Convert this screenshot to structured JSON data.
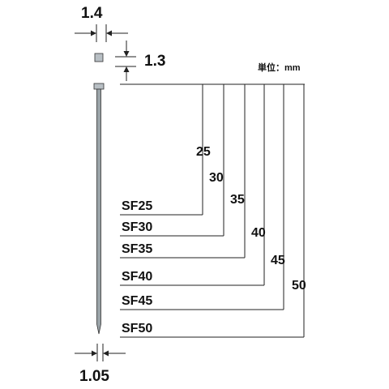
{
  "dimensions": {
    "head_width": "1.4",
    "head_height": "1.3",
    "shank_width": "1.05"
  },
  "unit_label": "単位：mm",
  "nails": [
    {
      "model": "SF25",
      "length": "25"
    },
    {
      "model": "SF30",
      "length": "30"
    },
    {
      "model": "SF35",
      "length": "35"
    },
    {
      "model": "SF40",
      "length": "40"
    },
    {
      "model": "SF45",
      "length": "45"
    },
    {
      "model": "SF50",
      "length": "50"
    }
  ],
  "colors": {
    "line": "#222222",
    "text": "#111111",
    "nail_fill": "#9aa3a8"
  }
}
